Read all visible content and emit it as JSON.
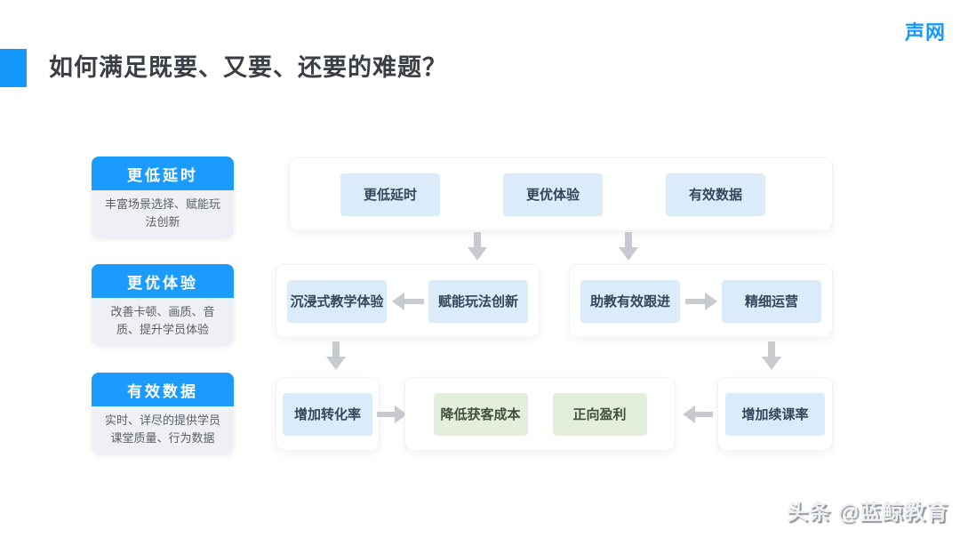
{
  "header": {
    "title": "如何满足既要、又要、还要的难题？",
    "logo": "声网"
  },
  "sidebar": {
    "items": [
      {
        "title": "更低延时",
        "desc": "丰富场景选择、赋能玩法创新"
      },
      {
        "title": "更优体验",
        "desc": "改善卡顿、画质、音质、提升学员体验"
      },
      {
        "title": "有效数据",
        "desc": "实时、详尽的提供学员课堂质量、行为数据"
      }
    ]
  },
  "flow": {
    "top_row": {
      "boxes": [
        "更低延时",
        "更优体验",
        "有效数据"
      ]
    },
    "middle_row": {
      "left_card": {
        "target": "沉浸式教学体验",
        "source": "赋能玩法创新",
        "arrow_direction": "left"
      },
      "right_card": {
        "source": "助教有效跟进",
        "target": "精细运营",
        "arrow_direction": "right"
      }
    },
    "bottom_row": {
      "left_box": "增加转化率",
      "center_boxes": [
        "降低获客成本",
        "正向盈利"
      ],
      "right_box": "增加续课率"
    }
  },
  "watermark": {
    "text": "头条 @蓝鲸教育"
  },
  "colors": {
    "accent_blue": "#1598FC",
    "chip_blue": "#DAECFA",
    "chip_green": "#E3EFDC",
    "arrow_gray": "#C7CACE",
    "sidebar_body_gray": "#EEF0F5",
    "title_text": "#3A3E45"
  }
}
